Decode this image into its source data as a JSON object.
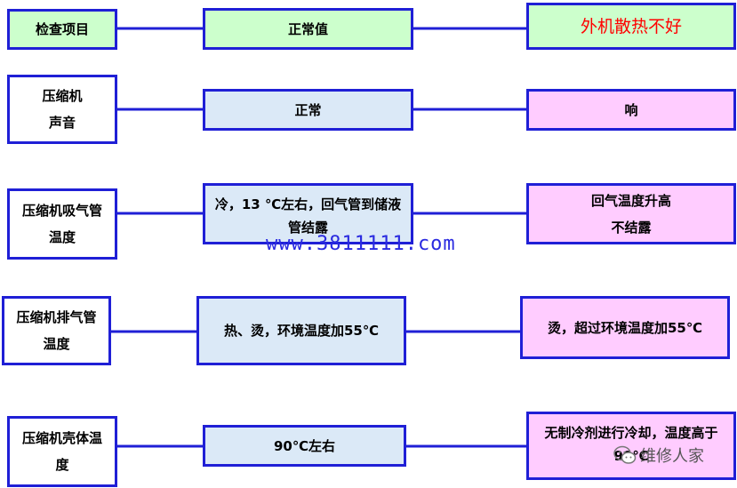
{
  "rows": [
    {
      "col1": [
        "检查项目"
      ],
      "col2": [
        "正常值"
      ],
      "col3": [
        "外机散热不好"
      ]
    },
    {
      "col1": [
        "压缩机",
        "声音"
      ],
      "col2": [
        "正常"
      ],
      "col3": [
        "响"
      ]
    },
    {
      "col1": [
        "压缩机吸气管",
        "温度"
      ],
      "col2": [
        "冷，13 ℃左右，回气管到储液",
        "管结露"
      ],
      "col3": [
        "回气温度升高",
        "不结露"
      ]
    },
    {
      "col1": [
        "压缩机排气管",
        "温度"
      ],
      "col2": [
        "热、烫，环境温度加55℃"
      ],
      "col3": [
        "烫，超过环境温度加55℃"
      ]
    },
    {
      "col1": [
        "压缩机壳体温",
        "度"
      ],
      "col2": [
        "90℃左右"
      ],
      "col3": [
        "无制冷剂进行冷却，温度高于",
        "90℃"
      ]
    }
  ],
  "watermark": "www.3811111.com",
  "wechat_label": "维修人家",
  "colors": {
    "border": "#1f1fd6",
    "header_fill": "#ccffcc",
    "normal_fill": "#dbe9f7",
    "fault_fill": "#ffccff",
    "fault_header_text": "#ff0000"
  }
}
